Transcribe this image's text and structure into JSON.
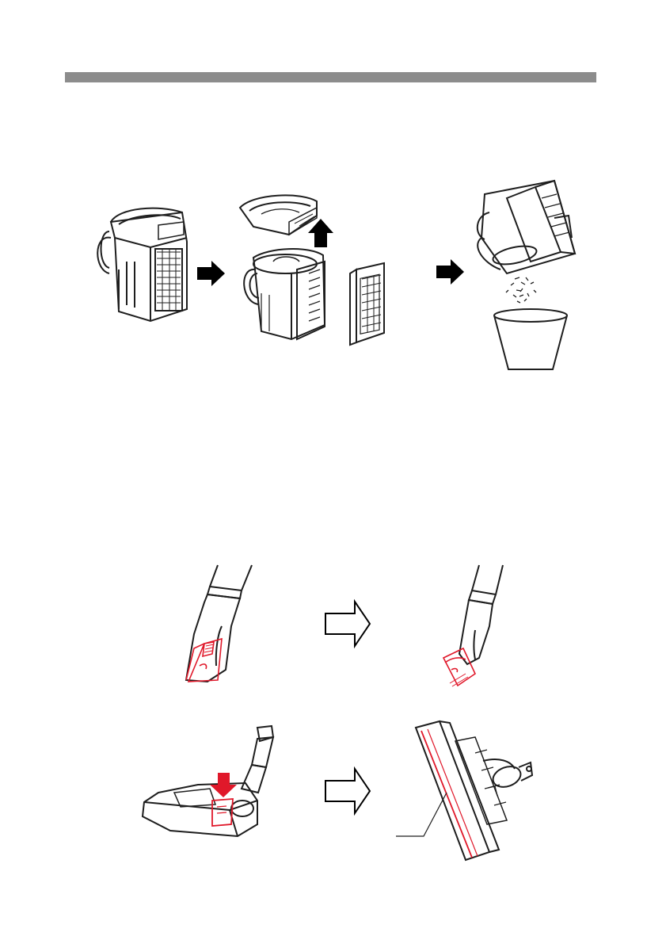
{
  "colors": {
    "header_bar": "#8c8c8c",
    "line_art": "#1e1e1e",
    "accent_red": "#e0182a",
    "arrow_fill": "#000000",
    "outline_arrow": "#000000"
  },
  "icons": {
    "step_arrow": "solid-right-arrow",
    "lift_arrow": "solid-up-arrow",
    "transition_arrow": "outline-right-arrow",
    "press_arrow": "red-down-arrow"
  }
}
